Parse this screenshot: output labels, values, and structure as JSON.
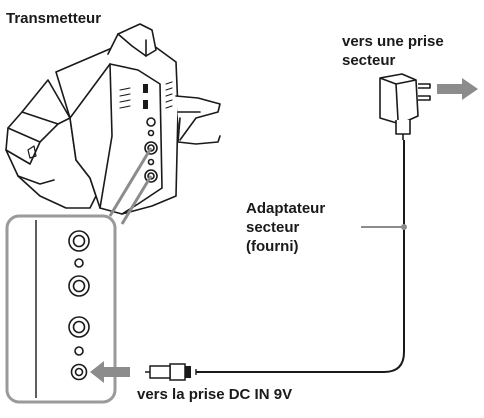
{
  "labels": {
    "transmitter": "Transmetteur",
    "outlet_line1": "vers une prise",
    "outlet_line2": "secteur",
    "adapter_line1": "Adaptateur",
    "adapter_line2": "secteur",
    "adapter_line3": "(fourni)",
    "dc_in": "vers la prise DC IN 9V"
  },
  "colors": {
    "outline": "#1a1a1a",
    "gray": "#8c8c8c",
    "panel_border": "#9a9a9a"
  }
}
